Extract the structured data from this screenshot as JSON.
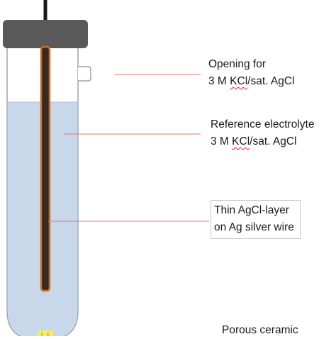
{
  "labels": {
    "opening_line1": "Opening for",
    "opening_line2_prefix": "3 M ",
    "opening_line2_kcl": "KCl",
    "opening_line2_suffix": "/sat. AgCl",
    "electrolyte_line1": "Reference electrolyte",
    "electrolyte_line2_prefix": "3 M ",
    "electrolyte_line2_kcl": "KCl",
    "electrolyte_line2_suffix": "/sat. AgCl",
    "wire_line1": "Thin AgCl-layer",
    "wire_line2": "on Ag silver wire",
    "ceramic": "Porous ceramic"
  },
  "colors": {
    "cap": "#595959",
    "cable": "#1a1a1a",
    "tube_outline": "#9aa3b5",
    "electrolyte": "#c9d7ea",
    "wire_core": "#3a2a1e",
    "wire_coating": "#c8712a",
    "leader_line": "#e07a6a",
    "frit": "#f3ee6a"
  }
}
